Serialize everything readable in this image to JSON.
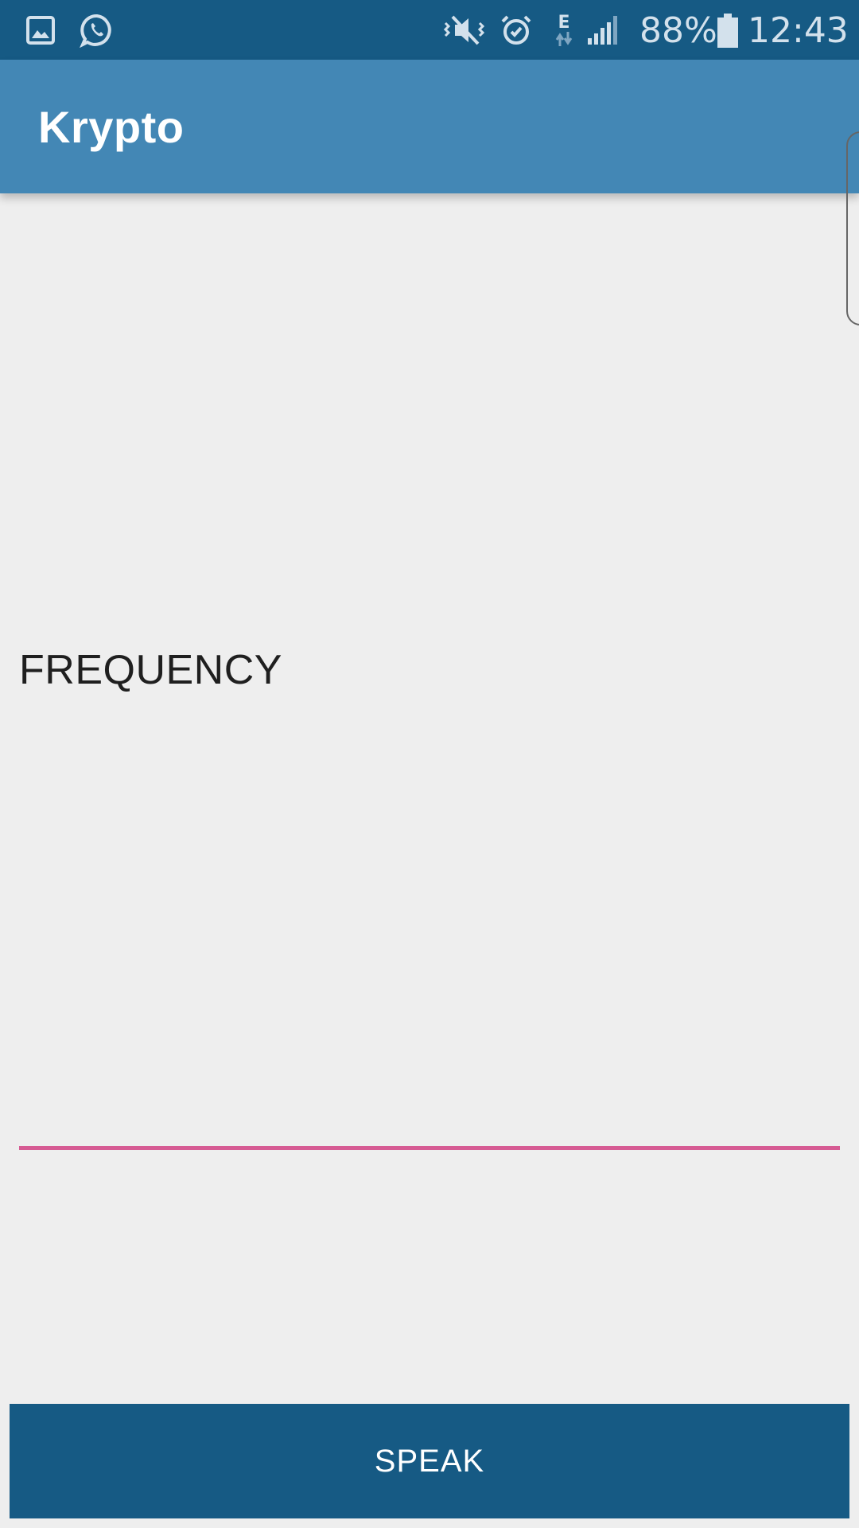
{
  "status_bar": {
    "left_icons": [
      "gallery-icon",
      "whatsapp-icon"
    ],
    "right_icons": [
      "vibrate-mute-icon",
      "alarm-icon",
      "edge-data-icon",
      "signal-icon",
      "battery-icon"
    ],
    "network_type": "E",
    "battery_percent": "88%",
    "battery_level": 0.88,
    "time": "12:43"
  },
  "app_bar": {
    "title": "Krypto"
  },
  "main": {
    "frequency_label": "FREQUENCY",
    "input_value": "",
    "input_placeholder": ""
  },
  "actions": {
    "speak_label": "SPEAK"
  },
  "colors": {
    "status_bar": "#165a84",
    "app_bar": "#4387b5",
    "background": "#eeeeee",
    "accent_underline": "#d65b93",
    "button": "#165a84",
    "button_text": "#ffffff"
  }
}
